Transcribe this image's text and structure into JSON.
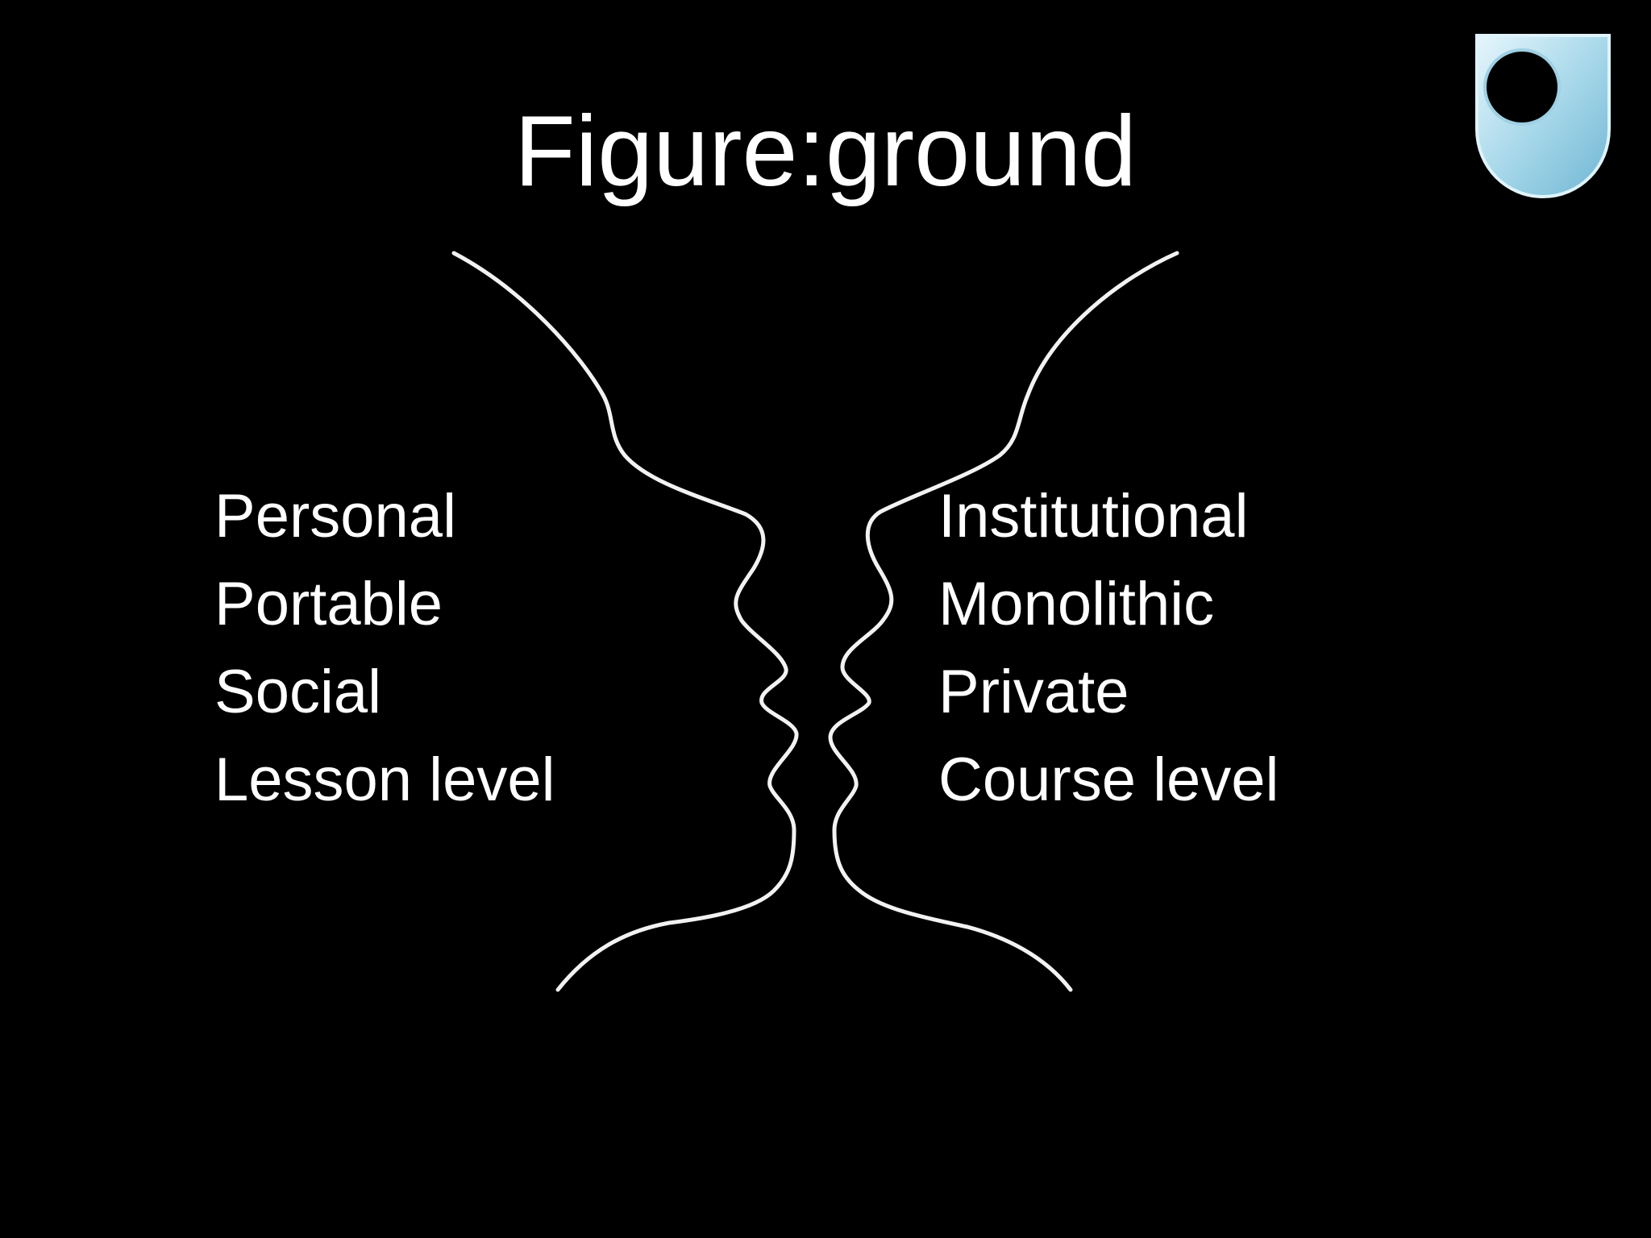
{
  "slide": {
    "title": "Figure:ground",
    "left_terms": [
      "Personal",
      "Portable",
      "Social",
      "Lesson level"
    ],
    "right_terms": [
      "Institutional",
      "Monolithic",
      "Private",
      "Course level"
    ]
  },
  "logo": {
    "icon": "open-university-shield-icon",
    "colors": {
      "shield": "#a8d8ea",
      "shield_edge": "#dff3fa",
      "hole": "#000000"
    }
  },
  "illustration": {
    "icon": "face-vase-outline-icon",
    "stroke_color": "#ffffff",
    "background_color": "#000000"
  }
}
